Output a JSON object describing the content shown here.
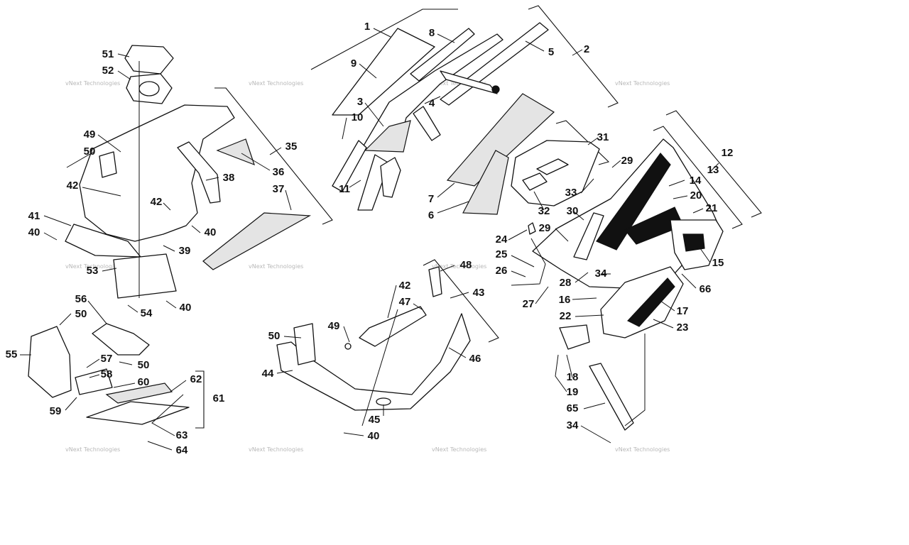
{
  "diagram": {
    "colors": {
      "ink": "#111111",
      "paper": "#ffffff",
      "watermark": "#b8b8b8",
      "stipple": "#e4e4e4"
    },
    "watermark_text": "vNext Technologies",
    "callouts": [
      "1",
      "2",
      "3",
      "4",
      "5",
      "6",
      "7",
      "8",
      "9",
      "10",
      "11",
      "12",
      "13",
      "14",
      "15",
      "16",
      "17",
      "18",
      "19",
      "20",
      "21",
      "22",
      "23",
      "24",
      "25",
      "26",
      "27",
      "28",
      "29",
      "29",
      "30",
      "31",
      "32",
      "33",
      "34",
      "34",
      "35",
      "36",
      "37",
      "38",
      "39",
      "40",
      "40",
      "40",
      "40",
      "41",
      "42",
      "42",
      "42",
      "43",
      "44",
      "45",
      "46",
      "47",
      "48",
      "49",
      "49",
      "50",
      "50",
      "50",
      "50",
      "51",
      "52",
      "53",
      "54",
      "55",
      "56",
      "57",
      "58",
      "59",
      "60",
      "61",
      "62",
      "63",
      "64",
      "65",
      "66"
    ]
  }
}
